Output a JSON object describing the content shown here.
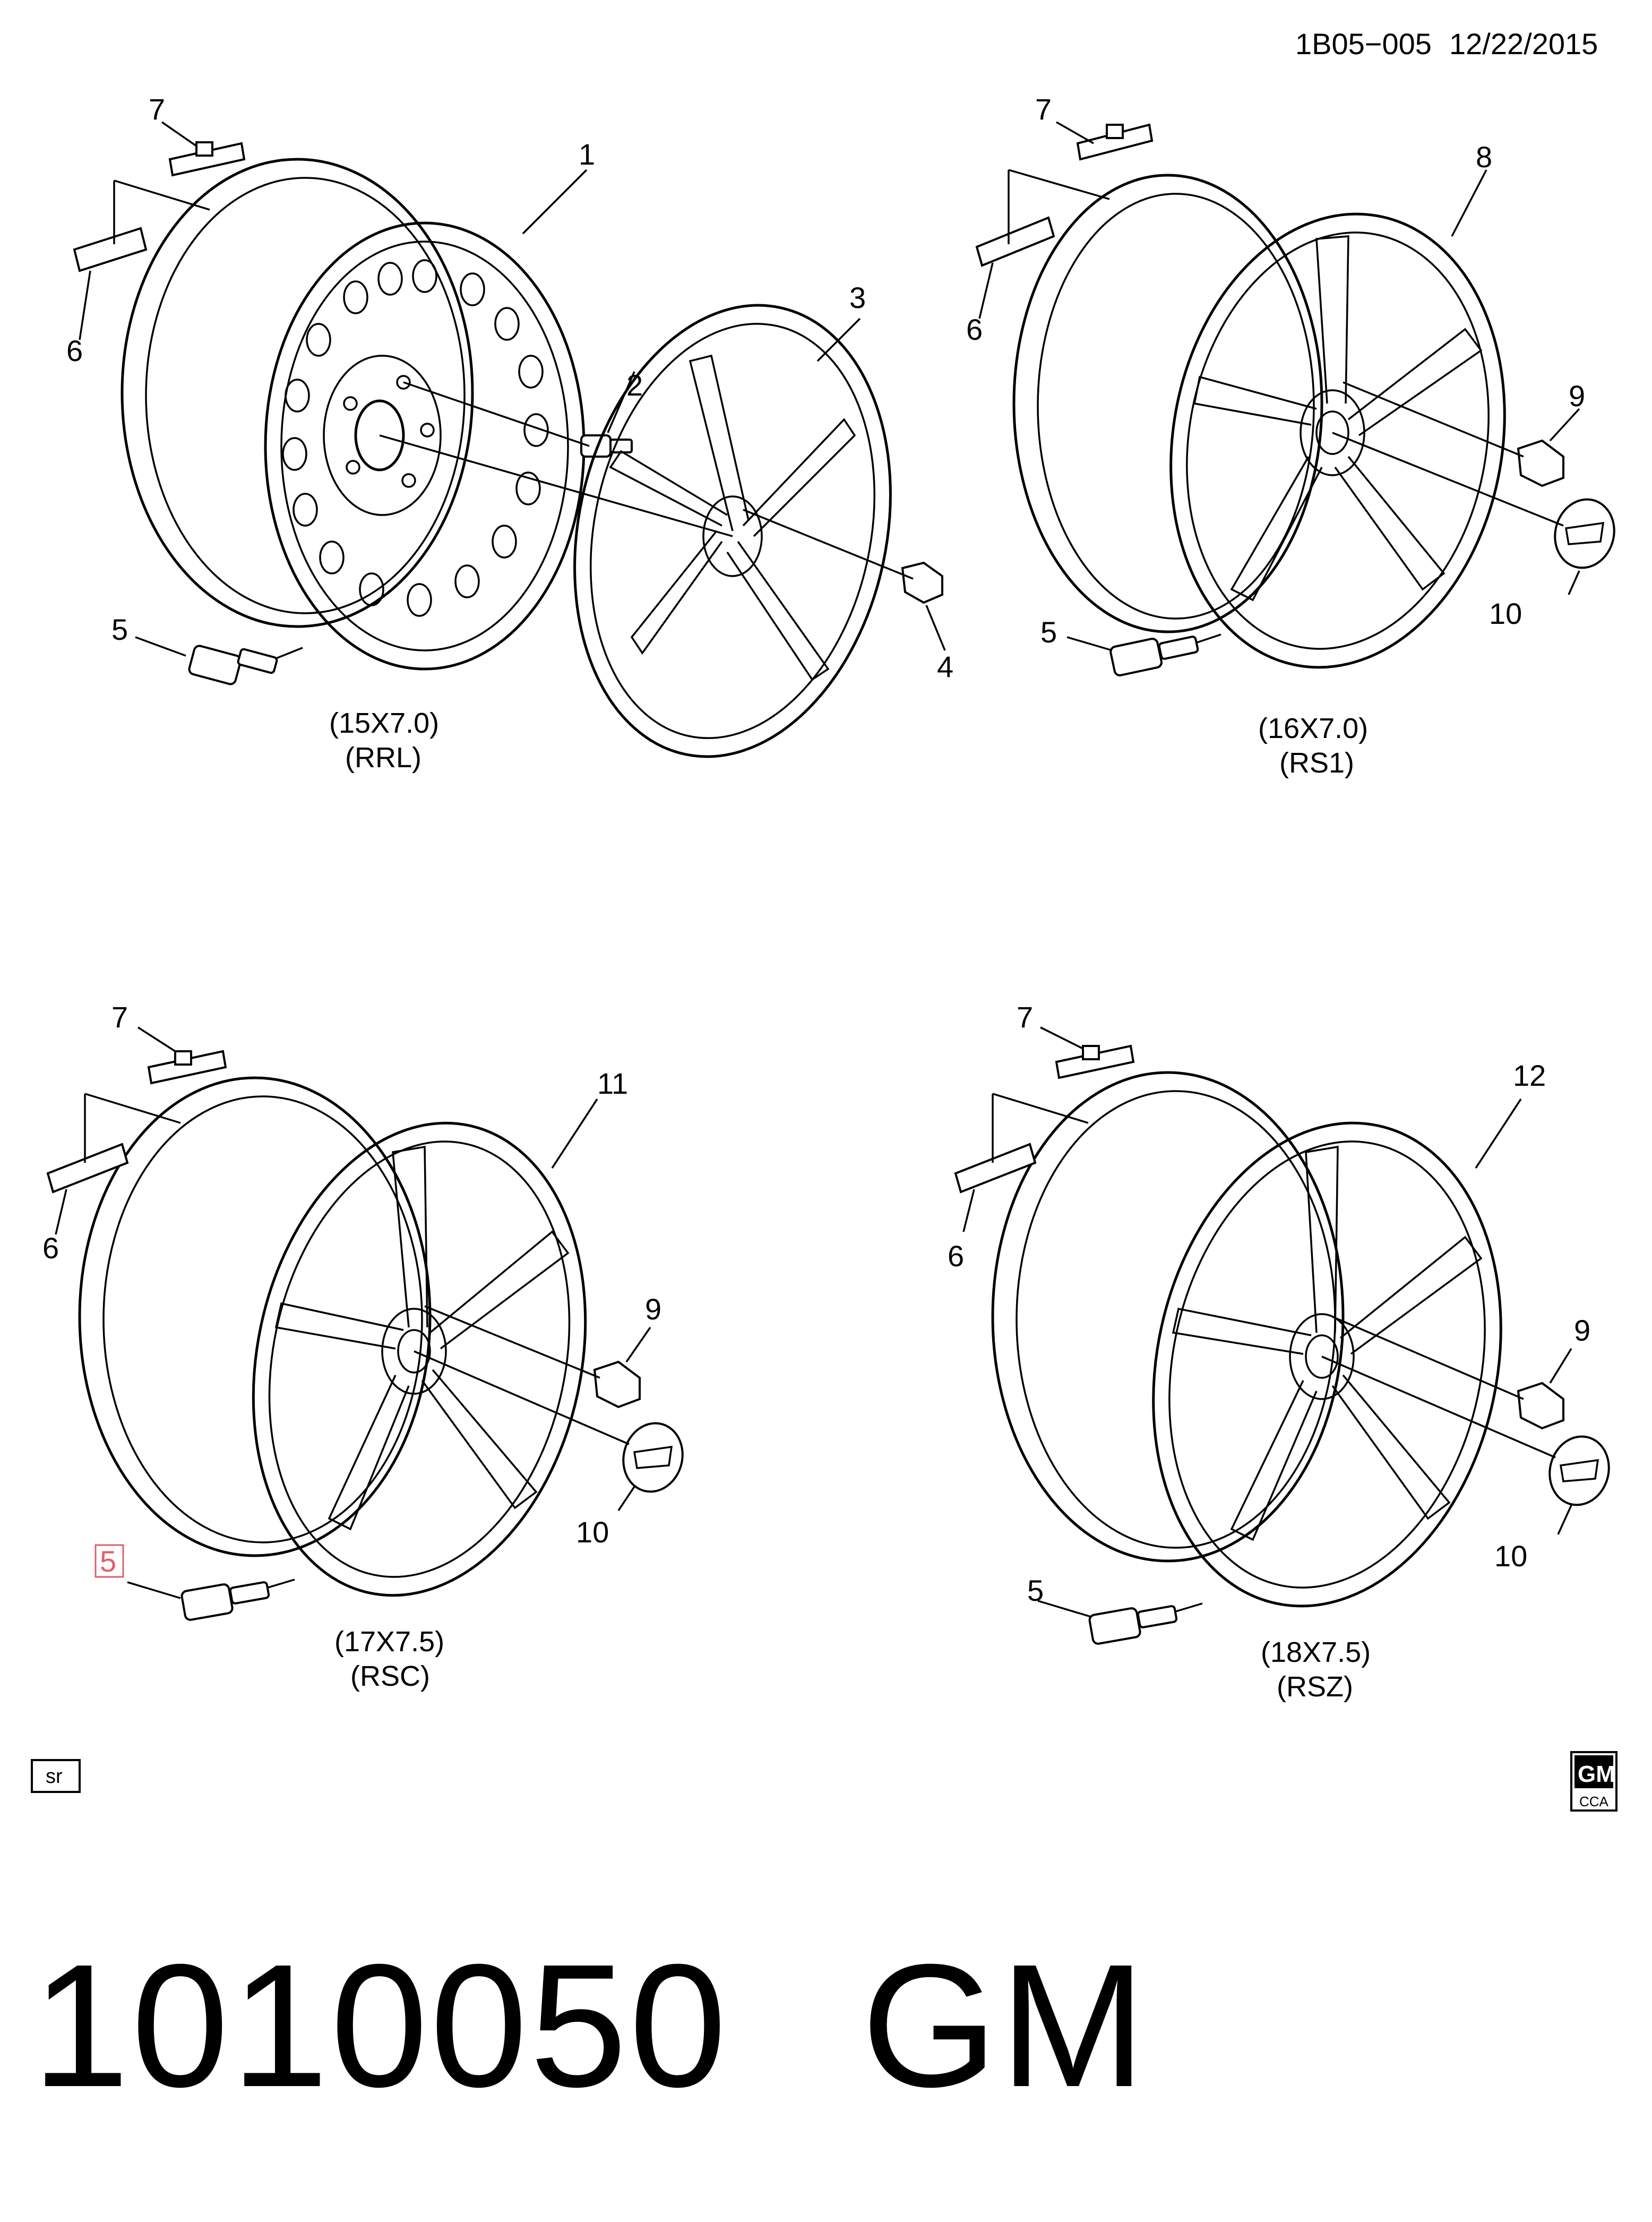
{
  "header": {
    "code": "1B05−005",
    "date": "12/22/2015"
  },
  "panels": {
    "top_left": {
      "size": "(15X7.0)",
      "code": "(RRL)",
      "callouts": {
        "wheel": "1",
        "stud": "2",
        "cover": "3",
        "nut": "4",
        "sensor": "5",
        "weight_tape": "6",
        "weight_clip": "7"
      }
    },
    "top_right": {
      "size": "(16X7.0)",
      "code": "(RS1)",
      "callouts": {
        "wheel": "8",
        "nut": "9",
        "cap": "10",
        "sensor": "5",
        "weight_tape": "6",
        "weight_clip": "7"
      }
    },
    "bottom_left": {
      "size": "(17X7.5)",
      "code": "(RSC)",
      "callouts": {
        "wheel": "11",
        "nut": "9",
        "cap": "10",
        "sensor": "5",
        "weight_tape": "6",
        "weight_clip": "7"
      }
    },
    "bottom_right": {
      "size": "(18X7.5)",
      "code": "(RSZ)",
      "callouts": {
        "wheel": "12",
        "nut": "9",
        "cap": "10",
        "sensor": "5",
        "weight_tape": "6",
        "weight_clip": "7"
      }
    }
  },
  "sr_badge": "sr",
  "gm_logo": {
    "top": "GM",
    "bottom": "CCA"
  },
  "title": {
    "part_number": "1010050",
    "brand": "GM"
  },
  "colors": {
    "ink": "#000000",
    "highlight": "#e0606a"
  }
}
